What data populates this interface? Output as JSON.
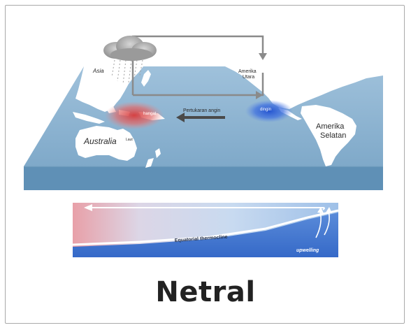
{
  "title": "Netral",
  "labels": {
    "asia": "Asia",
    "north_america": "Amerika Utara",
    "north_america_l1": "Amerika",
    "north_america_l2": "Utara",
    "south_america_l1": "Amerika",
    "south_america_l2": "Selatan",
    "australia": "Australia",
    "warm": "hangat",
    "cold": "dingin",
    "wind_exchange": "Pertukaran angin",
    "small_sea": "Laut",
    "thermocline": "Equatorial thermocline",
    "upwelling": "upwelling"
  },
  "colors": {
    "ocean_top": "#8db4d2",
    "ocean_side": "#5e8fb5",
    "land": "#ffffff",
    "warm_pool": "#d94848",
    "cold_pool": "#2f5fcf",
    "arrow": "#8a8a8a",
    "wind_arrow": "#4a4a4a"
  }
}
